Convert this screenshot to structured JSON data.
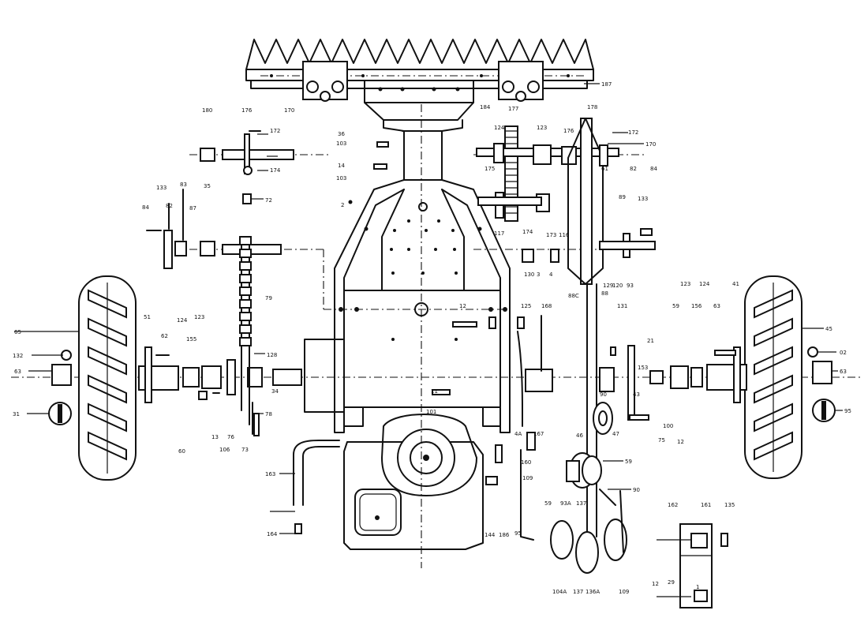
{
  "diagram": {
    "callouts": [
      {
        "id": "c187",
        "text": "187"
      },
      {
        "id": "c180",
        "text": "180"
      },
      {
        "id": "c176a",
        "text": "176"
      },
      {
        "id": "c170a",
        "text": "170"
      },
      {
        "id": "c172a",
        "text": "172"
      },
      {
        "id": "c184",
        "text": "184"
      },
      {
        "id": "c177",
        "text": "177"
      },
      {
        "id": "c178",
        "text": "178"
      },
      {
        "id": "c36",
        "text": "36"
      },
      {
        "id": "c103a",
        "text": "103"
      },
      {
        "id": "c14",
        "text": "14"
      },
      {
        "id": "c103b",
        "text": "103"
      },
      {
        "id": "c174",
        "text": "174"
      },
      {
        "id": "c72",
        "text": "72"
      },
      {
        "id": "c124a",
        "text": "124"
      },
      {
        "id": "c123a",
        "text": "123"
      },
      {
        "id": "c176b",
        "text": "176"
      },
      {
        "id": "c172b",
        "text": "172"
      },
      {
        "id": "c170b",
        "text": "170"
      },
      {
        "id": "c133a",
        "text": "133"
      },
      {
        "id": "c83",
        "text": "83"
      },
      {
        "id": "c35",
        "text": "35"
      },
      {
        "id": "c84a",
        "text": "84"
      },
      {
        "id": "c82a",
        "text": "82"
      },
      {
        "id": "c87",
        "text": "87"
      },
      {
        "id": "c2",
        "text": "2"
      },
      {
        "id": "c175",
        "text": "175"
      },
      {
        "id": "c117",
        "text": "117"
      },
      {
        "id": "c174b",
        "text": "174"
      },
      {
        "id": "c173",
        "text": "173"
      },
      {
        "id": "c116",
        "text": "116"
      },
      {
        "id": "c61",
        "text": "61"
      },
      {
        "id": "c82b",
        "text": "82"
      },
      {
        "id": "c84b",
        "text": "84"
      },
      {
        "id": "c133b",
        "text": "133"
      },
      {
        "id": "c89",
        "text": "89"
      },
      {
        "id": "c79",
        "text": "79"
      },
      {
        "id": "c130",
        "text": "130"
      },
      {
        "id": "c3",
        "text": "3"
      },
      {
        "id": "c4",
        "text": "4"
      },
      {
        "id": "c88",
        "text": "88"
      },
      {
        "id": "c88c",
        "text": "88C"
      },
      {
        "id": "c12a",
        "text": "12"
      },
      {
        "id": "c125",
        "text": "125"
      },
      {
        "id": "c168",
        "text": "168"
      },
      {
        "id": "c65a",
        "text": "65"
      },
      {
        "id": "c132",
        "text": "132"
      },
      {
        "id": "c63a",
        "text": "63"
      },
      {
        "id": "c31",
        "text": "31"
      },
      {
        "id": "c51",
        "text": "51"
      },
      {
        "id": "c62",
        "text": "62"
      },
      {
        "id": "c124b",
        "text": "124"
      },
      {
        "id": "c123b",
        "text": "123"
      },
      {
        "id": "c155",
        "text": "155"
      },
      {
        "id": "c128",
        "text": "128"
      },
      {
        "id": "c34",
        "text": "34"
      },
      {
        "id": "c11",
        "text": "11"
      },
      {
        "id": "c101",
        "text": "101"
      },
      {
        "id": "c13",
        "text": "13"
      },
      {
        "id": "c60",
        "text": "60"
      },
      {
        "id": "c106",
        "text": "106"
      },
      {
        "id": "c76",
        "text": "76"
      },
      {
        "id": "c73",
        "text": "73"
      },
      {
        "id": "c78",
        "text": "78"
      },
      {
        "id": "c129",
        "text": "129"
      },
      {
        "id": "c120",
        "text": "120"
      },
      {
        "id": "c131",
        "text": "131"
      },
      {
        "id": "c93",
        "text": "93"
      },
      {
        "id": "c123c",
        "text": "123"
      },
      {
        "id": "c124c",
        "text": "124"
      },
      {
        "id": "c41",
        "text": "41"
      },
      {
        "id": "c45",
        "text": "45"
      },
      {
        "id": "c59a",
        "text": "59"
      },
      {
        "id": "c156",
        "text": "156"
      },
      {
        "id": "c63b",
        "text": "63"
      },
      {
        "id": "c02",
        "text": "02"
      },
      {
        "id": "c63c",
        "text": "63"
      },
      {
        "id": "c95",
        "text": "95"
      },
      {
        "id": "c21",
        "text": "21"
      },
      {
        "id": "c153",
        "text": "153"
      },
      {
        "id": "c90a",
        "text": "90"
      },
      {
        "id": "c46",
        "text": "46"
      },
      {
        "id": "c47",
        "text": "47"
      },
      {
        "id": "c75",
        "text": "75"
      },
      {
        "id": "c100",
        "text": "100"
      },
      {
        "id": "c12b",
        "text": "12"
      },
      {
        "id": "c43",
        "text": "43"
      },
      {
        "id": "c4a",
        "text": "4A"
      },
      {
        "id": "c167",
        "text": "167"
      },
      {
        "id": "c160",
        "text": "160"
      },
      {
        "id": "c59b",
        "text": "59"
      },
      {
        "id": "c109a",
        "text": "109"
      },
      {
        "id": "c163",
        "text": "163"
      },
      {
        "id": "c164",
        "text": "164"
      },
      {
        "id": "c144",
        "text": "144"
      },
      {
        "id": "c186",
        "text": "186"
      },
      {
        "id": "c95b",
        "text": "95"
      },
      {
        "id": "c93a",
        "text": "93A"
      },
      {
        "id": "c137",
        "text": "137"
      },
      {
        "id": "c90b",
        "text": "90"
      },
      {
        "id": "c162",
        "text": "162"
      },
      {
        "id": "c161",
        "text": "161"
      },
      {
        "id": "c135",
        "text": "135"
      },
      {
        "id": "c59c",
        "text": "59"
      },
      {
        "id": "c104a",
        "text": "104A"
      },
      {
        "id": "c137b",
        "text": "137"
      },
      {
        "id": "c136a",
        "text": "136A"
      },
      {
        "id": "c109b",
        "text": "109"
      },
      {
        "id": "c12c",
        "text": "12"
      },
      {
        "id": "c29",
        "text": "29"
      },
      {
        "id": "c1",
        "text": "1"
      }
    ]
  }
}
